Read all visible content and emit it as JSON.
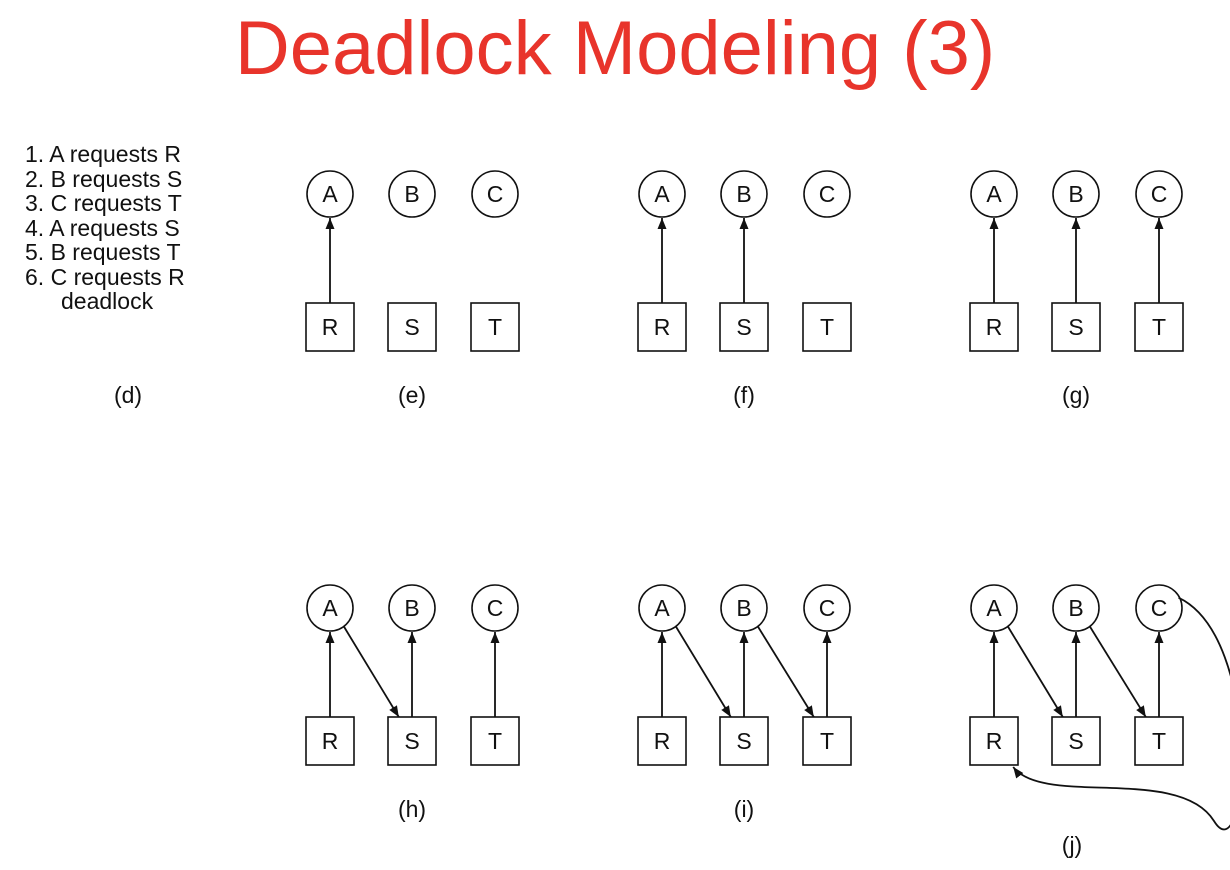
{
  "slide": {
    "title": "Deadlock Modeling (3)",
    "title_color": "#e8342b"
  },
  "steps": [
    {
      "text": "1. A requests R"
    },
    {
      "text": "2. B requests S"
    },
    {
      "text": "3. C requests T"
    },
    {
      "text": "4. A requests S"
    },
    {
      "text": "5. B requests T"
    },
    {
      "text": "6. C requests R"
    },
    {
      "text": "deadlock",
      "continuation": true
    }
  ],
  "labels": {
    "d": "(d)",
    "e": "(e)",
    "f": "(f)",
    "g": "(g)",
    "h": "(h)",
    "i": "(i)",
    "j": "(j)"
  },
  "process_names": [
    "A",
    "B",
    "C"
  ],
  "resource_names": [
    "R",
    "S",
    "T"
  ],
  "panels": [
    {
      "id": "e",
      "held": [
        [
          "R",
          "A"
        ]
      ],
      "requests": []
    },
    {
      "id": "f",
      "held": [
        [
          "R",
          "A"
        ],
        [
          "S",
          "B"
        ]
      ],
      "requests": []
    },
    {
      "id": "g",
      "held": [
        [
          "R",
          "A"
        ],
        [
          "S",
          "B"
        ],
        [
          "T",
          "C"
        ]
      ],
      "requests": []
    },
    {
      "id": "h",
      "held": [
        [
          "R",
          "A"
        ],
        [
          "S",
          "B"
        ],
        [
          "T",
          "C"
        ]
      ],
      "requests": [
        [
          "A",
          "S"
        ]
      ]
    },
    {
      "id": "i",
      "held": [
        [
          "R",
          "A"
        ],
        [
          "S",
          "B"
        ],
        [
          "T",
          "C"
        ]
      ],
      "requests": [
        [
          "A",
          "S"
        ],
        [
          "B",
          "T"
        ]
      ]
    },
    {
      "id": "j",
      "held": [
        [
          "R",
          "A"
        ],
        [
          "S",
          "B"
        ],
        [
          "T",
          "C"
        ]
      ],
      "requests": [
        [
          "A",
          "S"
        ],
        [
          "B",
          "T"
        ],
        [
          "C",
          "R"
        ]
      ]
    }
  ]
}
